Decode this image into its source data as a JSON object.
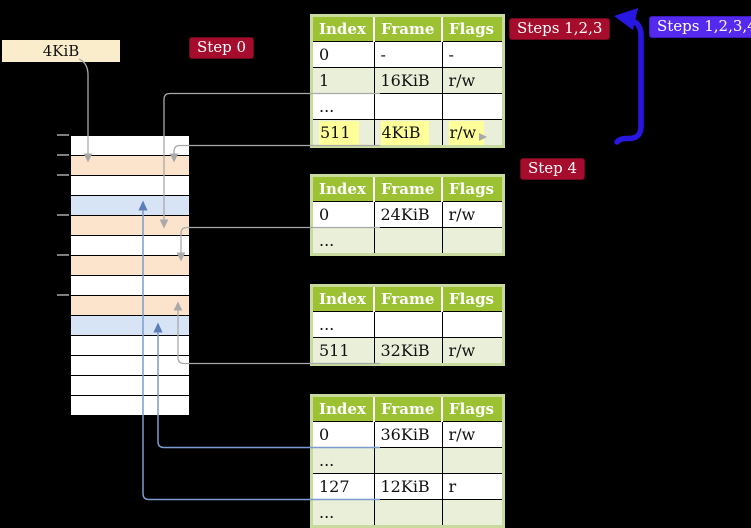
{
  "colors": {
    "background": "#000000",
    "table_header_bg": "#9CC234",
    "table_alt_row_bg": "#E9EFD9",
    "table_outer_border": "#C8DA9E",
    "highlight_bg": "#FFFF99",
    "frame_box_bg": "#FAEDCB",
    "page_table_frame_bg": "#FCE4CC",
    "data_frame_bg": "#D6E4F6",
    "step_badge_bg": "#A60C2C",
    "step_badge_border": "#6E0A1E",
    "all_steps_badge_bg": "#5529EE",
    "loop_arrow_color": "#2817E0",
    "gray_connector": "#A9A9A9",
    "blue_connector": "#7D9BCE",
    "blue_arrowhead": "#5C7DB8"
  },
  "frame_size_label": "4KiB",
  "badges": {
    "step0": "Step 0",
    "steps123": "Steps 1,2,3",
    "steps1234": "Steps 1,2,3,4",
    "step4": "Step 4"
  },
  "page_tables": [
    {
      "name": "page-table-level-1",
      "columns": [
        "Index",
        "Frame",
        "Flags"
      ],
      "rows": [
        {
          "cells": [
            "0",
            "-",
            "-"
          ]
        },
        {
          "cells": [
            "1",
            "16KiB",
            "r/w"
          ]
        },
        {
          "cells": [
            "...",
            "",
            ""
          ]
        },
        {
          "cells": [
            "511",
            "4KiB",
            "r/w"
          ],
          "highlight": true
        }
      ]
    },
    {
      "name": "page-table-level-2",
      "columns": [
        "Index",
        "Frame",
        "Flags"
      ],
      "rows": [
        {
          "cells": [
            "0",
            "24KiB",
            "r/w"
          ]
        },
        {
          "cells": [
            "...",
            "",
            ""
          ]
        }
      ]
    },
    {
      "name": "page-table-level-3",
      "columns": [
        "Index",
        "Frame",
        "Flags"
      ],
      "rows": [
        {
          "cells": [
            "...",
            "",
            ""
          ]
        },
        {
          "cells": [
            "511",
            "32KiB",
            "r/w"
          ]
        }
      ]
    },
    {
      "name": "page-table-level-4",
      "columns": [
        "Index",
        "Frame",
        "Flags"
      ],
      "rows": [
        {
          "cells": [
            "0",
            "36KiB",
            "r/w"
          ]
        },
        {
          "cells": [
            "...",
            "",
            ""
          ]
        },
        {
          "cells": [
            "127",
            "12KiB",
            "r"
          ]
        },
        {
          "cells": [
            "...",
            "",
            ""
          ]
        }
      ]
    }
  ],
  "physical_memory": {
    "rows": [
      "empty",
      "page-table",
      "empty",
      "mapped-page",
      "page-table",
      "empty",
      "page-table",
      "empty",
      "page-table",
      "mapped-page",
      "empty",
      "empty",
      "empty",
      "empty"
    ]
  }
}
